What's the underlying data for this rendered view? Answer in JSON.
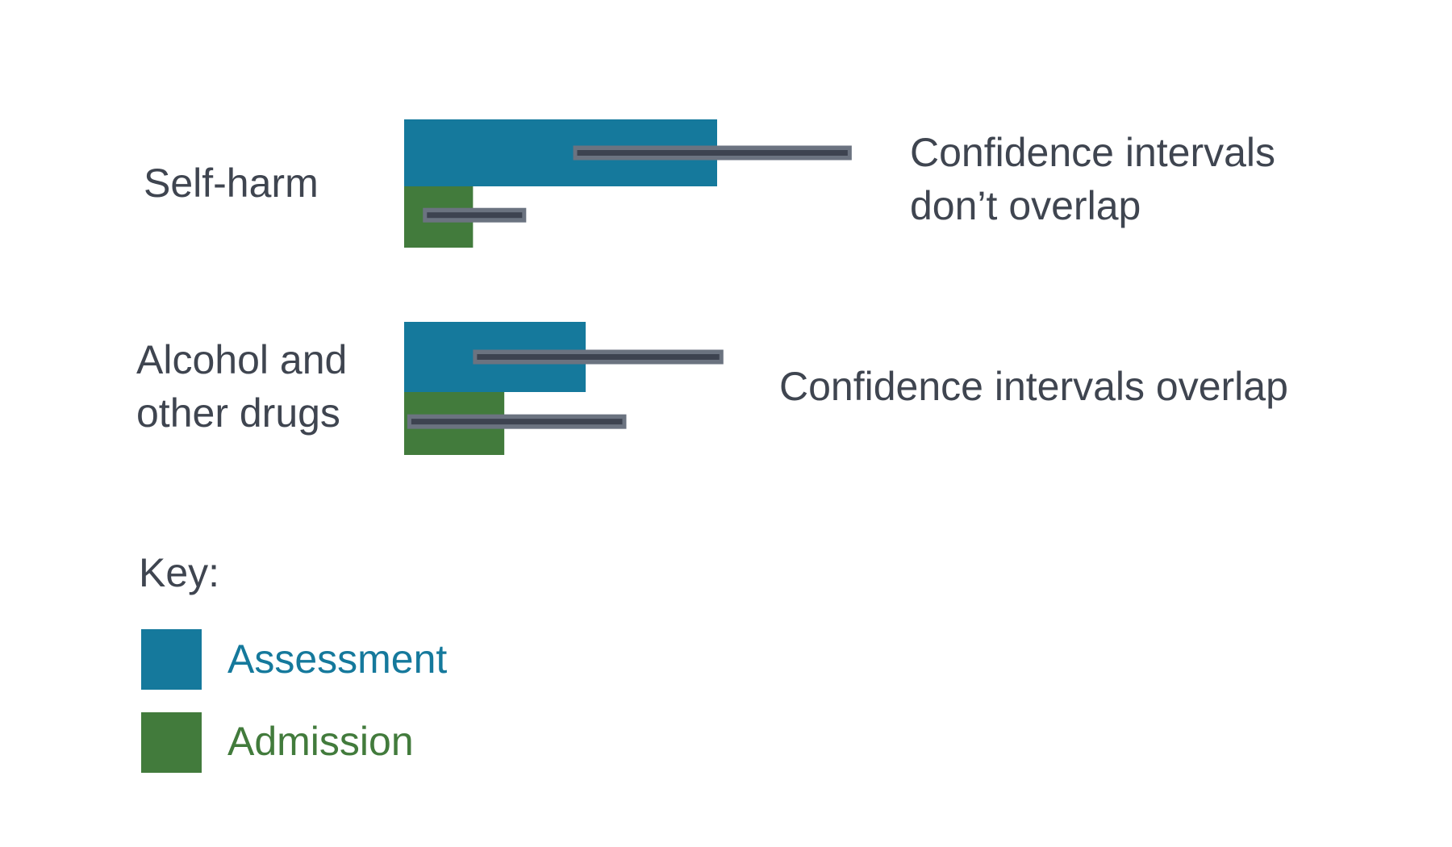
{
  "chart_data": {
    "type": "bar",
    "orientation": "horizontal",
    "categories": [
      "Self-harm",
      "Alcohol and other drugs"
    ],
    "category_lines": [
      [
        "Self-harm"
      ],
      [
        "Alcohol and",
        "other drugs"
      ]
    ],
    "series": [
      {
        "name": "Assessment",
        "color": "#15799c",
        "values": [
          100,
          58
        ],
        "ci": [
          [
            54,
            143
          ],
          [
            22,
            102
          ]
        ]
      },
      {
        "name": "Admission",
        "color": "#427b3c",
        "values": [
          22,
          32
        ],
        "ci": [
          [
            6,
            39
          ],
          [
            1,
            71
          ]
        ]
      }
    ],
    "annotations": [
      {
        "category": "Self-harm",
        "lines": [
          "Confidence intervals",
          "don’t overlap"
        ]
      },
      {
        "category": "Alcohol and other drugs",
        "lines": [
          "Confidence intervals overlap"
        ]
      }
    ],
    "xlim": [
      0,
      160
    ],
    "grid": false,
    "error_bar_color": "#6b7380",
    "error_bar_core_color": "#3d4350"
  },
  "legend": {
    "title": "Key:",
    "items": [
      {
        "label": "Assessment",
        "color": "#15799c"
      },
      {
        "label": "Admission",
        "color": "#427b3c"
      }
    ]
  }
}
